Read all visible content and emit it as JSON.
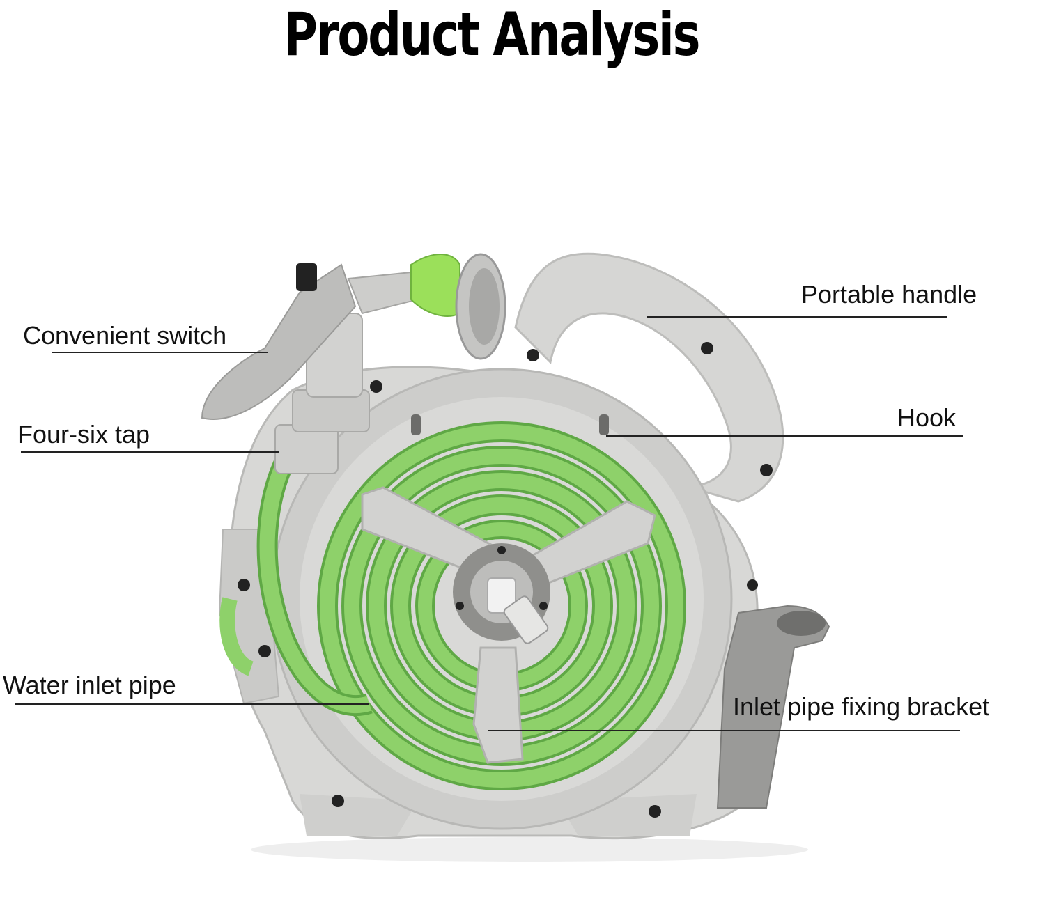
{
  "title": "Product Analysis",
  "callouts": {
    "portable_handle": "Portable handle",
    "convenient_switch": "Convenient switch",
    "hook": "Hook",
    "four_six_tap": "Four-six tap",
    "water_inlet_pipe": "Water inlet pipe",
    "inlet_pipe_fixing_bracket": "Inlet pipe fixing bracket"
  },
  "colors": {
    "body_gray": "#d4d4d2",
    "dark_gray": "#8f8f8c",
    "hose_green": "#8ed16a",
    "hose_dark": "#5fa845",
    "accent_green": "#9be05a",
    "screw": "#222222"
  }
}
